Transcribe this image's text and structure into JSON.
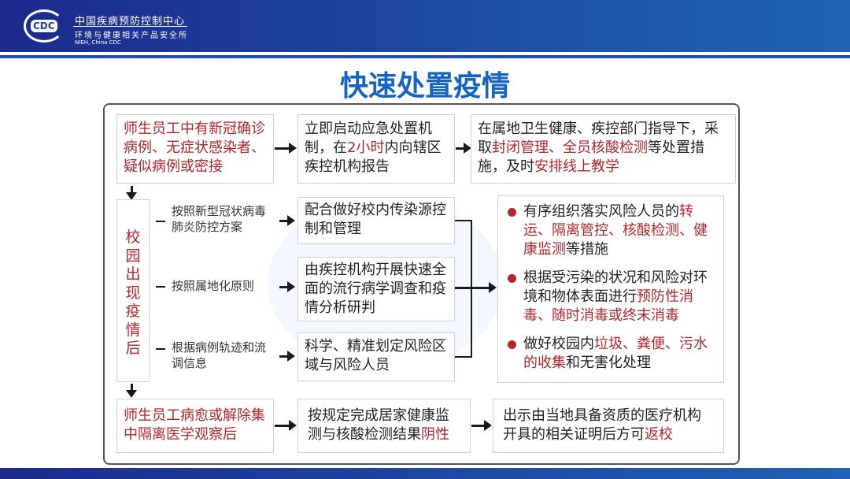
{
  "header": {
    "org_name": "中国疾病预防控制中心",
    "institute": "环境与健康相关产品安全所",
    "english": "NIEH, China CDC",
    "logo_text": "CDC"
  },
  "title": "快速处置疫情",
  "row1": {
    "a": "师生员工中有新冠确诊病例、无症状感染者、疑似病例或密接",
    "b": [
      {
        "t": "立即启动应急处置机制，在"
      },
      {
        "t": "2小时",
        "red": true
      },
      {
        "t": "内向辖区疾控机构报告"
      }
    ],
    "c": [
      {
        "t": "在属地卫生健康、疾控部门指导下，采取"
      },
      {
        "t": "封闭管理、全员核酸检测",
        "red": true
      },
      {
        "t": "等处置措施，及时"
      },
      {
        "t": "安排线上教学",
        "red": true
      }
    ]
  },
  "side": "校园出现疫情后",
  "labels": [
    "按照新型冠状病毒肺炎防控方案",
    "按照属地化原则",
    "根据病例轨迹和流调信息"
  ],
  "middle": [
    "配合做好校内传染源控制和管理",
    "由疾控机构开展快速全面的流行病学调查和疫情分析研判",
    "科学、精准划定风险区域与风险人员"
  ],
  "bullets": [
    [
      {
        "t": "有序组织落实风险人员的"
      },
      {
        "t": "转运、隔离管控、核酸检测、健康监测",
        "red": true
      },
      {
        "t": "等措施"
      }
    ],
    [
      {
        "t": "根据受污染的状况和风险对环境和物体表面进行"
      },
      {
        "t": "预防性消毒、随时消毒或终末消毒",
        "red": true
      }
    ],
    [
      {
        "t": "做好校园内"
      },
      {
        "t": "垃圾、粪便、污水的收集",
        "red": true
      },
      {
        "t": "和无害化处理"
      }
    ]
  ],
  "row3": {
    "a": "师生员工病愈或解除集中隔离医学观察后",
    "b": [
      {
        "t": "按规定完成居家健康监测与核酸检测结果"
      },
      {
        "t": "阴性",
        "red": true
      }
    ],
    "c": [
      {
        "t": "出示由当地具备资质的医疗机构开具的相关证明后方可"
      },
      {
        "t": "返校",
        "red": true
      }
    ]
  }
}
